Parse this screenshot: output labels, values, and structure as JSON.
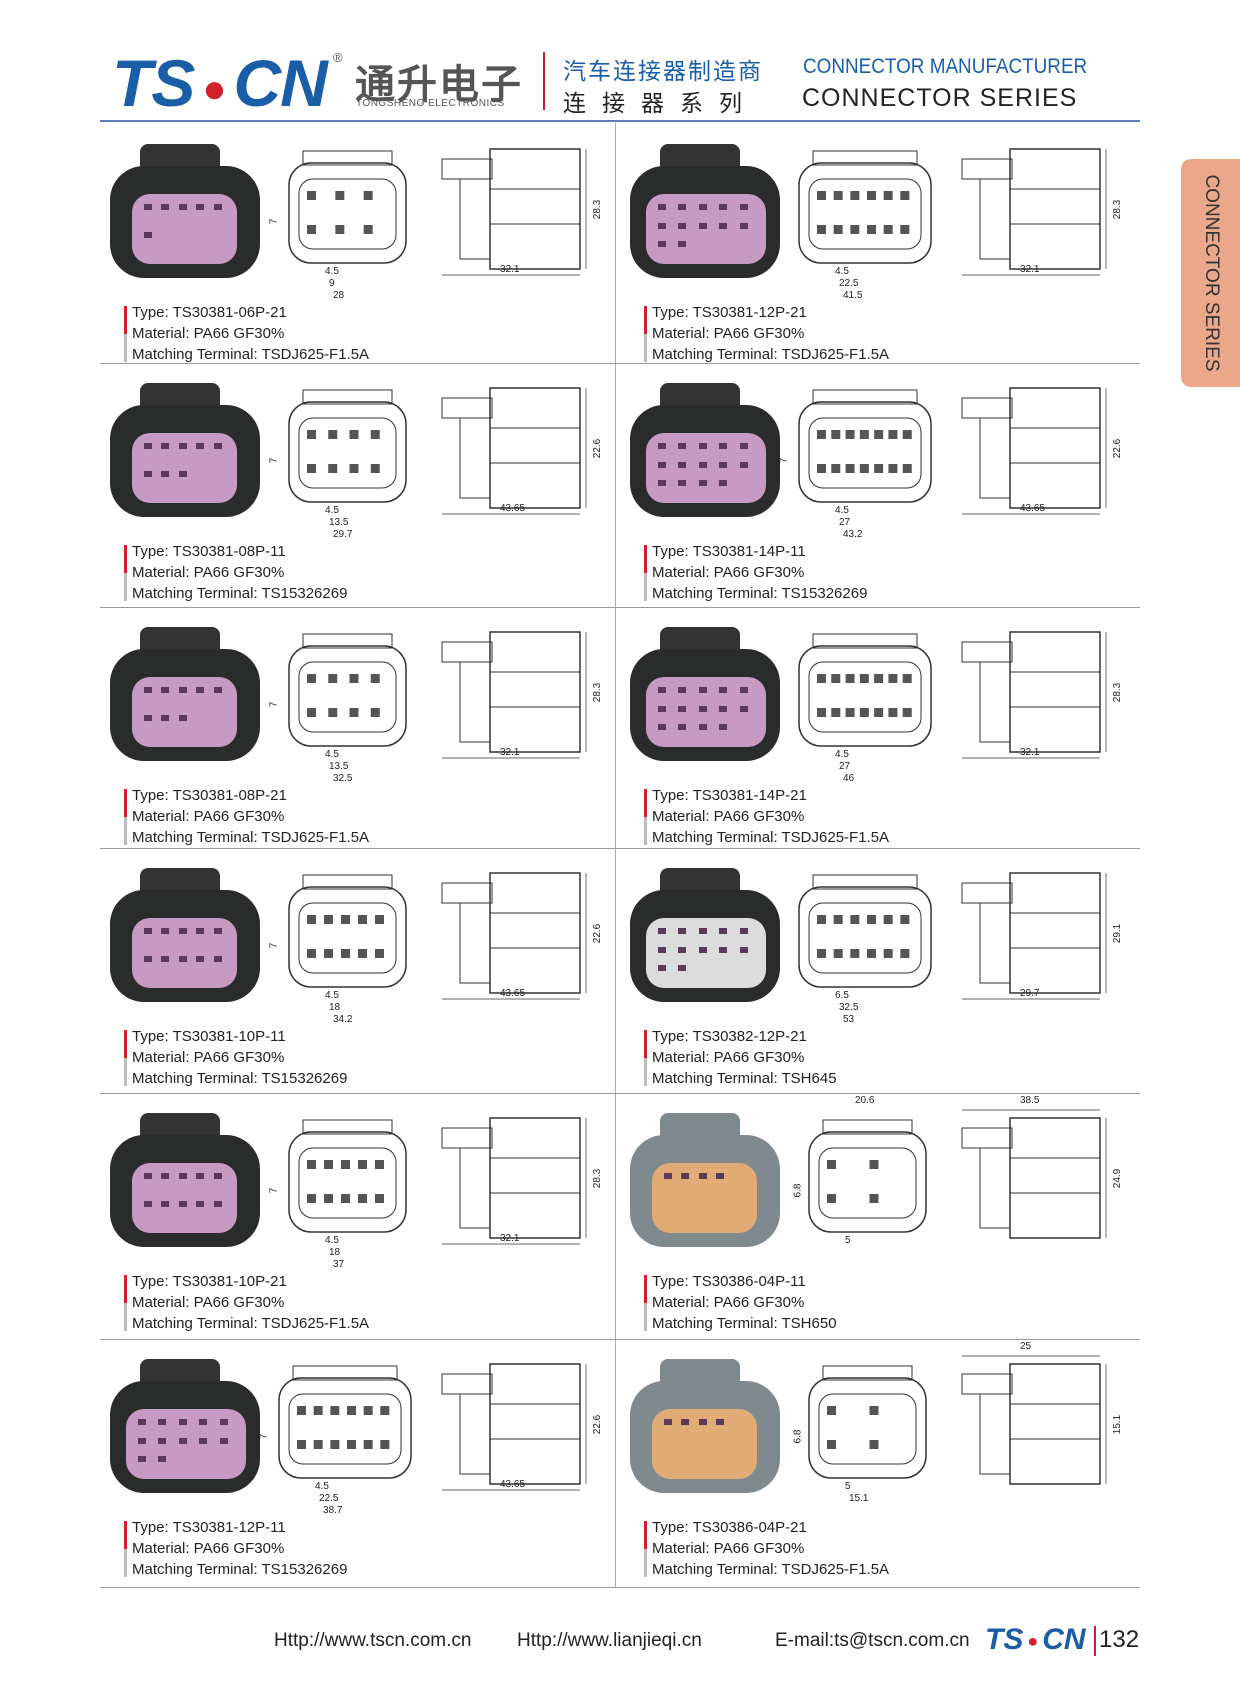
{
  "header": {
    "logo": "TS·CN",
    "logo_left": "TS",
    "logo_right": "CN",
    "registered": "®",
    "company_cn": "通升电子",
    "company_en": "TONGSHENG ELECTRONICS",
    "tagline_cn": "汽车连接器制造商",
    "tagline_en": "CONNECTOR MANUFACTURER",
    "series_cn": "连接器系列",
    "series_en": "CONNECTOR SERIES"
  },
  "side_tab": "CONNECTOR SERIES",
  "colors": {
    "brand_blue": "#1a5ea8",
    "accent_red": "#d0202a",
    "tab": "#eba78a"
  },
  "products": [
    {
      "type": "Type: TS30381-06P-21",
      "material": "Material: PA66 GF30%",
      "terminal": "Matching Terminal: TSDJ625-F1.5A",
      "style": "black",
      "pins": 6,
      "dims": {
        "fv": "7",
        "fb": [
          "4.5",
          "9",
          "28"
        ],
        "sh": "28.3",
        "sw": "32.1"
      }
    },
    {
      "type": "Type: TS30381-12P-21",
      "material": "Material: PA66 GF30%",
      "terminal": "Matching Terminal: TSDJ625-F1.5A",
      "style": "black",
      "pins": 12,
      "dims": {
        "fv": "",
        "fb": [
          "4.5",
          "22.5",
          "41.5"
        ],
        "sh": "28.3",
        "sw": "32.1"
      }
    },
    {
      "type": "Type: TS30381-08P-11",
      "material": "Material: PA66 GF30%",
      "terminal": "Matching Terminal: TS15326269",
      "style": "black",
      "pins": 8,
      "dims": {
        "fv": "7",
        "fb": [
          "4.5",
          "13.5",
          "29.7"
        ],
        "sh": "22.6",
        "sw": "43.65"
      }
    },
    {
      "type": "Type: TS30381-14P-11",
      "material": "Material: PA66 GF30%",
      "terminal": "Matching Terminal: TS15326269",
      "style": "black",
      "pins": 14,
      "dims": {
        "fv": "7",
        "fb": [
          "4.5",
          "27",
          "43.2"
        ],
        "sh": "22.6",
        "sw": "43.65"
      }
    },
    {
      "type": "Type: TS30381-08P-21",
      "material": "Material: PA66 GF30%",
      "terminal": "Matching Terminal: TSDJ625-F1.5A",
      "style": "black",
      "pins": 8,
      "dims": {
        "fv": "7",
        "fb": [
          "4.5",
          "13.5",
          "32.5"
        ],
        "sh": "28.3",
        "sw": "32.1"
      }
    },
    {
      "type": "Type: TS30381-14P-21",
      "material": "Material: PA66 GF30%",
      "terminal": "Matching Terminal: TSDJ625-F1.5A",
      "style": "black",
      "pins": 14,
      "dims": {
        "fv": "",
        "fb": [
          "4.5",
          "27",
          "46"
        ],
        "sh": "28.3",
        "sw": "32.1"
      }
    },
    {
      "type": "Type: TS30381-10P-11",
      "material": "Material: PA66 GF30%",
      "terminal": "Matching Terminal: TS15326269",
      "style": "black",
      "pins": 10,
      "dims": {
        "fv": "7",
        "fb": [
          "4.5",
          "18",
          "34.2"
        ],
        "sh": "22.6",
        "sw": "43.65"
      }
    },
    {
      "type": "Type: TS30382-12P-21",
      "material": "Material: PA66 GF30%",
      "terminal": "Matching Terminal: TSH645",
      "style": "white",
      "pins": 12,
      "dims": {
        "fv": "",
        "fb": [
          "6.5",
          "32.5",
          "53"
        ],
        "sh": "29.1",
        "sw": "29.7"
      }
    },
    {
      "type": "Type: TS30381-10P-21",
      "material": "Material: PA66 GF30%",
      "terminal": "Matching Terminal: TSDJ625-F1.5A",
      "style": "black",
      "pins": 10,
      "dims": {
        "fv": "7",
        "fb": [
          "4.5",
          "18",
          "37"
        ],
        "sh": "28.3",
        "sw": "32.1"
      }
    },
    {
      "type": "Type: TS30386-04P-11",
      "material": "Material: PA66 GF30%",
      "terminal": "Matching Terminal: TSH650",
      "style": "grey",
      "pins": 4,
      "dims": {
        "ft": "20.6",
        "fv": "6.8",
        "fb": [
          "5"
        ],
        "sh": "24.9",
        "st": "38.5"
      }
    },
    {
      "type": "Type: TS30381-12P-11",
      "material": "Material: PA66 GF30%",
      "terminal": "Matching Terminal: TS15326269",
      "style": "black",
      "pins": 12,
      "dims": {
        "fv": "7",
        "fb": [
          "4.5",
          "22.5",
          "38.7"
        ],
        "sh": "22.6",
        "sw": "43.65"
      }
    },
    {
      "type": "Type: TS30386-04P-21",
      "material": "Material: PA66 GF30%",
      "terminal": "Matching Terminal: TSDJ625-F1.5A",
      "style": "grey",
      "pins": 4,
      "dims": {
        "fv": "6.8",
        "fb": [
          "5",
          "15.1"
        ],
        "sh": "15.1",
        "st": "25"
      }
    }
  ],
  "footer": {
    "url1": "Http://www.tscn.com.cn",
    "url2": "Http://www.lianjieqi.cn",
    "email": "E-mail:ts@tscn.com.cn",
    "logo_left": "TS",
    "logo_right": "CN",
    "page": "132"
  }
}
